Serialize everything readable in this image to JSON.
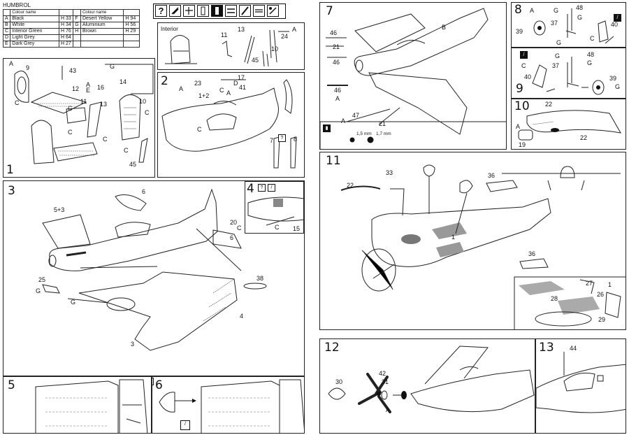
{
  "paint_table": {
    "brand": "HUMBROL",
    "header_left": "Colour name",
    "header_right": "Colour name",
    "left": [
      {
        "code": "A",
        "name": "Black",
        "ref": "H 33"
      },
      {
        "code": "B",
        "name": "White",
        "ref": "H 34"
      },
      {
        "code": "C",
        "name": "Interior Green",
        "ref": "H 76"
      },
      {
        "code": "D",
        "name": "Light Grey",
        "ref": "H 64"
      },
      {
        "code": "E",
        "name": "Dark Grey",
        "ref": "H 27"
      }
    ],
    "right": [
      {
        "code": "F",
        "name": "Desert Yellow",
        "ref": "H 94"
      },
      {
        "code": "G",
        "name": "Aluminium",
        "ref": "H 56"
      },
      {
        "code": "H",
        "name": "Brown",
        "ref": "H 29"
      },
      {
        "code": "",
        "name": "",
        "ref": ""
      },
      {
        "code": "",
        "name": "",
        "ref": ""
      }
    ]
  },
  "legend_icons": [
    "question-icon",
    "glue-icon",
    "cut-icon",
    "sand-icon",
    "paint-icon",
    "drill-icon",
    "knife-icon",
    "repeat-icon",
    "decal-icon"
  ],
  "interior": {
    "title": "Interior",
    "labels": [
      "11",
      "13",
      "45",
      "10",
      "24",
      "A"
    ]
  },
  "steps": {
    "s1": {
      "num": "1",
      "labels": [
        "A",
        "9",
        "43",
        "12",
        "A",
        "E",
        "16",
        "C",
        "11",
        "13",
        "C",
        "10",
        "C",
        "C",
        "C",
        "45",
        "G",
        "14",
        "C"
      ]
    },
    "s2": {
      "num": "2",
      "labels": [
        "A",
        "23",
        "1+2",
        "17",
        "C",
        "D",
        "41",
        "A",
        "C",
        "7",
        "8"
      ]
    },
    "s3": {
      "num": "3",
      "labels": [
        "6",
        "5+3",
        "20",
        "C",
        "6",
        "25",
        "G",
        "G",
        "38",
        "4",
        "3"
      ]
    },
    "s4": {
      "num": "4",
      "labels": [
        "C",
        "15"
      ]
    },
    "s5": {
      "num": "5"
    },
    "s6": {
      "num": "6"
    },
    "s7": {
      "num": "7",
      "labels": [
        "B",
        "46",
        "21",
        "46",
        "46",
        "A",
        "47",
        "A",
        "21"
      ],
      "drill_small": "1,5 mm",
      "drill_large": "1,7 mm"
    },
    "s8": {
      "num": "8",
      "labels": [
        "A",
        "39",
        "G",
        "37",
        "48",
        "G",
        "G",
        "40",
        "C"
      ]
    },
    "s9": {
      "num": "9",
      "labels": [
        "C",
        "40",
        "G",
        "37",
        "48",
        "G",
        "39",
        "G"
      ]
    },
    "s10": {
      "num": "10",
      "labels": [
        "22",
        "A",
        "19",
        "22"
      ]
    },
    "s11": {
      "num": "11",
      "labels": [
        "22",
        "33",
        "36",
        "1",
        "36",
        "27",
        "28",
        "26",
        "1",
        "29"
      ]
    },
    "s12": {
      "num": "12",
      "labels": [
        "30",
        "42",
        "31",
        "A"
      ]
    },
    "s13": {
      "num": "13",
      "labels": [
        "44"
      ]
    }
  }
}
